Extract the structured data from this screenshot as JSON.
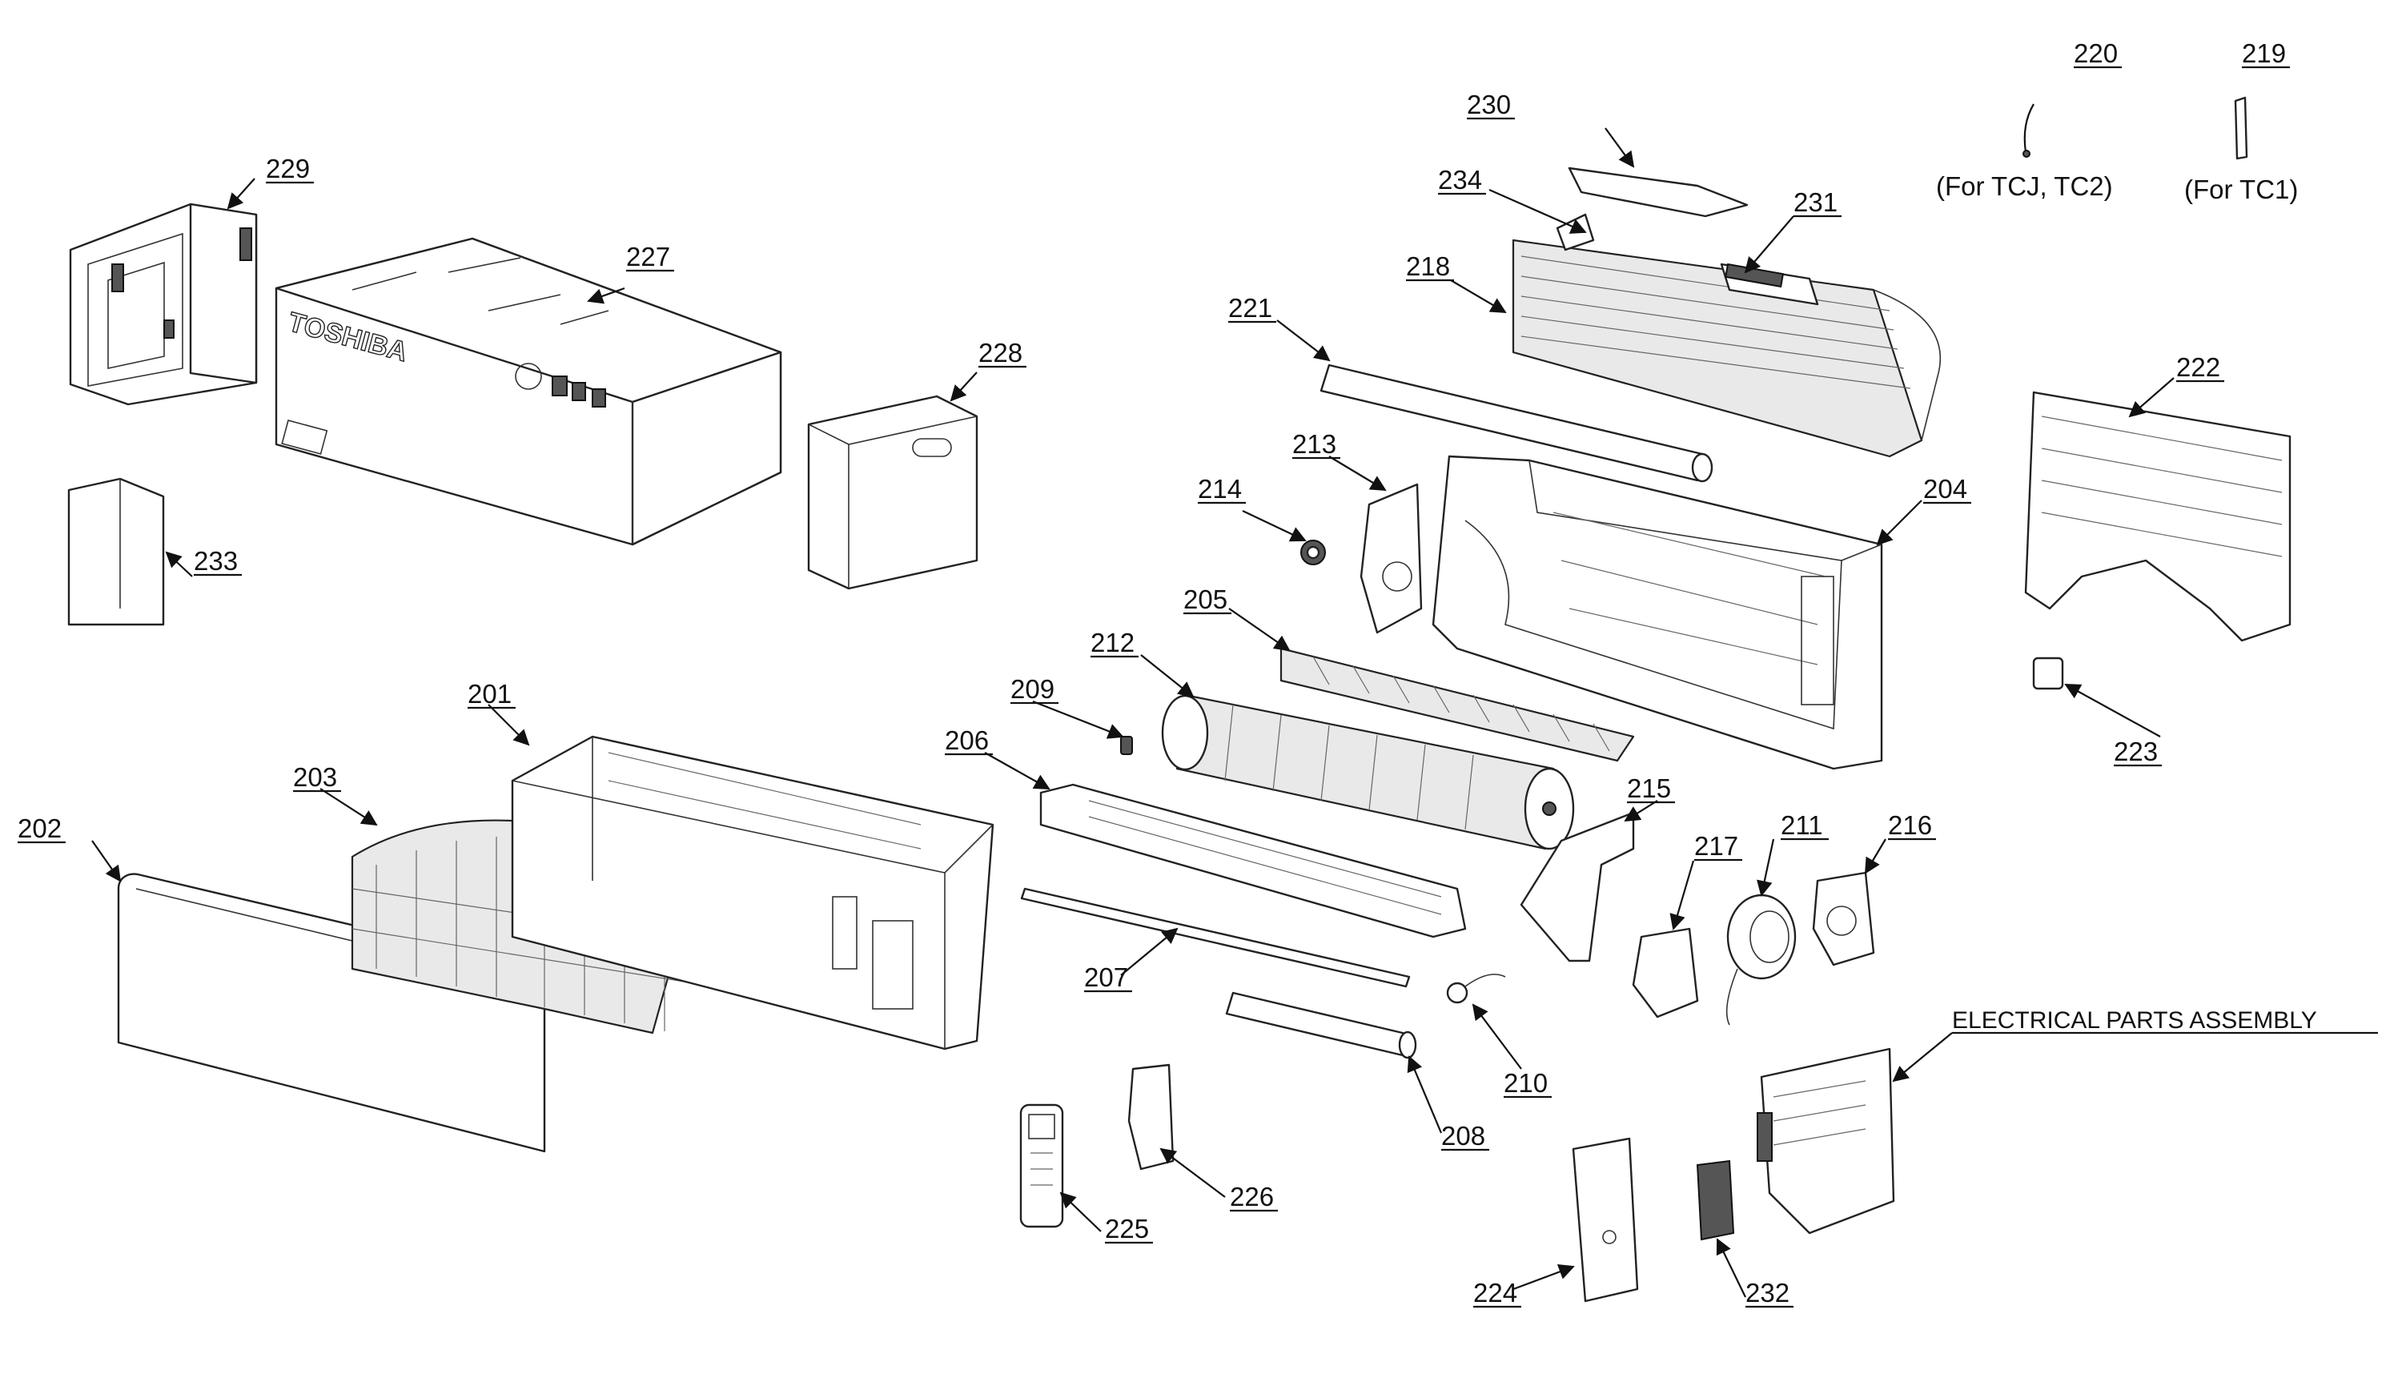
{
  "diagram": {
    "brand_marking": "TOSHIBA",
    "callouts": {
      "c201": "201",
      "c202": "202",
      "c203": "203",
      "c204": "204",
      "c205": "205",
      "c206": "206",
      "c207": "207",
      "c208": "208",
      "c209": "209",
      "c210": "210",
      "c211": "211",
      "c212": "212",
      "c213": "213",
      "c214": "214",
      "c215": "215",
      "c216": "216",
      "c217": "217",
      "c218": "218",
      "c219": "219",
      "c220": "220",
      "c221": "221",
      "c222": "222",
      "c223": "223",
      "c224": "224",
      "c225": "225",
      "c226": "226",
      "c227": "227",
      "c228": "228",
      "c229": "229",
      "c230": "230",
      "c231": "231",
      "c232": "232",
      "c233": "233",
      "c234": "234"
    },
    "notes": {
      "for_tcj_tc2": "(For TCJ, TC2)",
      "for_tc1": "(For TC1)"
    },
    "assembly_label": "ELECTRICAL PARTS ASSEMBLY"
  }
}
